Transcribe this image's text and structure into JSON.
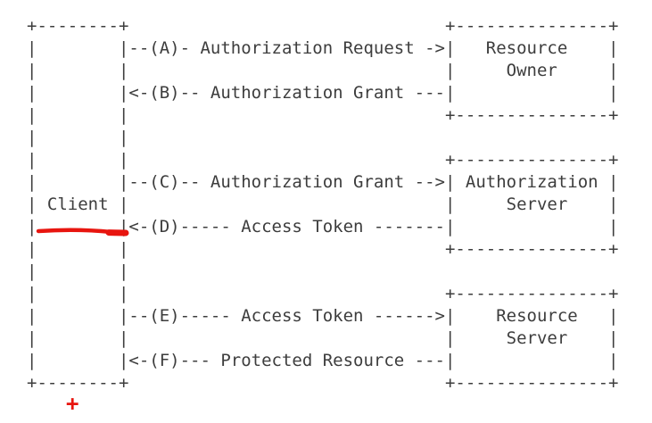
{
  "diagram": {
    "kind": "ascii-flow-diagram",
    "ascii_lines": [
      "+--------+                               +---------------+",
      "|        |--(A)- Authorization Request ->|   Resource    |",
      "|        |                               |     Owner     |",
      "|        |<-(B)-- Authorization Grant ---|               |",
      "|        |                               +---------------+",
      "|        |",
      "|        |                               +---------------+",
      "|        |--(C)-- Authorization Grant -->| Authorization |",
      "| Client |                               |     Server    |",
      "|        |<-(D)----- Access Token -------|               |",
      "|        |                               +---------------+",
      "|        |",
      "|        |                               +---------------+",
      "|        |--(E)----- Access Token ------>|    Resource   |",
      "|        |                               |     Server    |",
      "|        |<-(F)--- Protected Resource ---|               |",
      "+--------+                               +---------------+"
    ],
    "boxes": [
      {
        "label": "Client"
      },
      {
        "label": "Resource Owner"
      },
      {
        "label": "Authorization Server"
      },
      {
        "label": "Resource Server"
      }
    ],
    "flows": [
      {
        "step": "A",
        "label": "Authorization Request",
        "from": "Client",
        "to": "Resource Owner"
      },
      {
        "step": "B",
        "label": "Authorization Grant",
        "from": "Resource Owner",
        "to": "Client"
      },
      {
        "step": "C",
        "label": "Authorization Grant",
        "from": "Client",
        "to": "Authorization Server"
      },
      {
        "step": "D",
        "label": "Access Token",
        "from": "Authorization Server",
        "to": "Client"
      },
      {
        "step": "E",
        "label": "Access Token",
        "from": "Client",
        "to": "Resource Server"
      },
      {
        "step": "F",
        "label": "Protected Resource",
        "from": "Resource Server",
        "to": "Client"
      }
    ],
    "annotations": {
      "color": "#e8150f",
      "underline_target": "Client",
      "plus_glyph": "+"
    },
    "colors": {
      "text": "#3d3d3d",
      "background": "#ffffff",
      "annotation_red": "#e8150f"
    }
  }
}
